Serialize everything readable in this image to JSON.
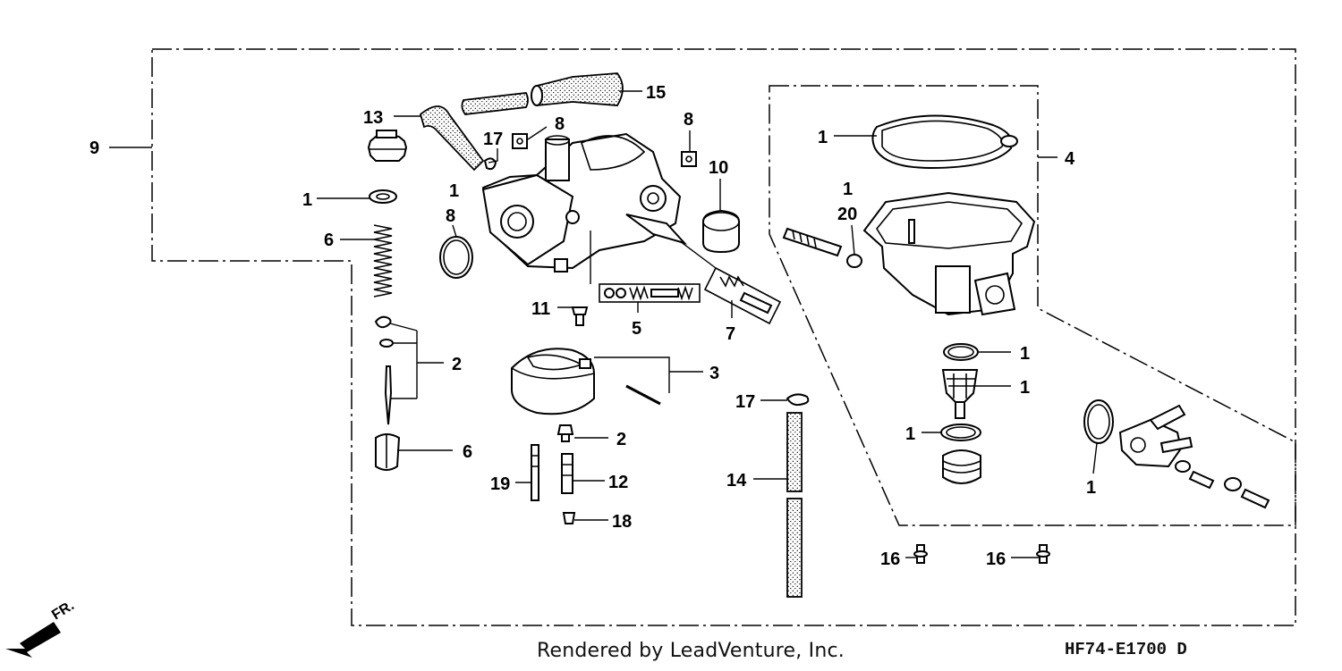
{
  "diagram": {
    "callouts": {
      "c1_left": "1",
      "c6_spring": "6",
      "c2_needle": "2",
      "c6_sleeve": "6",
      "c9": "9",
      "c13": "13",
      "c15": "15",
      "c17_top": "17",
      "c8_a": "8",
      "c8_b": "8",
      "c8_c": "8",
      "c1_body": "1",
      "c10": "10",
      "c11": "11",
      "c5": "5",
      "c7": "7",
      "c3": "3",
      "c17_mid": "17",
      "c2_jet": "2",
      "c12": "12",
      "c19": "19",
      "c18": "18",
      "c14": "14",
      "c4": "4",
      "c1_gasket": "1",
      "c1_bowl": "1",
      "c20": "20",
      "c1_r1": "1",
      "c1_r2": "1",
      "c1_r3": "1",
      "c1_pump": "1",
      "c16_a": "16",
      "c16_b": "16"
    },
    "direction_label": "FR.",
    "credit": "Rendered by LeadVenture, Inc.",
    "drawing_code": "HF74-E1700 D"
  }
}
